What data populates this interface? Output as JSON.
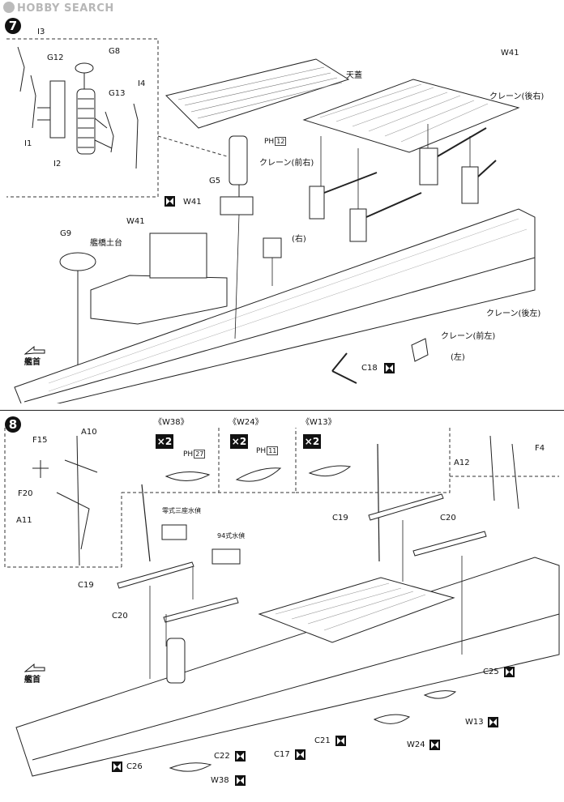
{
  "watermark": "HOBBY SEARCH",
  "step7": {
    "number": "7",
    "labels": {
      "I3": "I3",
      "G12": "G12",
      "G8": "G8",
      "G13": "G13",
      "I4": "I4",
      "I1": "I1",
      "I2": "I2",
      "W41_top": "W41",
      "tenkai": "天蓋",
      "crane_rear_right": "クレーン(後右)",
      "crane_front_right": "クレーン(前右)",
      "G5": "G5",
      "W41_mid": "W41",
      "W41_left": "W41",
      "bridge_base": "艦橋土台",
      "G9": "G9",
      "right_part": "(右)",
      "left_part": "(左)",
      "crane_rear_left": "クレーン(後左)",
      "crane_front_left": "クレーン(前左)",
      "C18": "C18",
      "bow": "艦首"
    },
    "ph_prefix": "PH",
    "ph_num": "12"
  },
  "step8": {
    "number": "8",
    "labels": {
      "F15": "F15",
      "A10": "A10",
      "F20": "F20",
      "A11": "A11",
      "A12": "A12",
      "F4": "F4",
      "W38_title": "《W38》",
      "W24_title": "《W24》",
      "W13_title": "《W13》",
      "x2_a": "×2",
      "x2_b": "×2",
      "x2_c": "×2",
      "ph_a_num": "27",
      "ph_b_num": "11",
      "seaplane_zero": "零式三座水偵",
      "seaplane_94": "94式水偵",
      "C19_right": "C19",
      "C20_right": "C20",
      "C19_left": "C19",
      "C20_left": "C20",
      "C25": "C25",
      "W13": "W13",
      "C21": "C21",
      "W24": "W24",
      "C17": "C17",
      "C22": "C22",
      "C26": "C26",
      "W38": "W38",
      "bow": "艦首"
    },
    "ph_prefix": "PH"
  },
  "icons": {
    "cement": "cement-glue-icon",
    "bow_arrow": "bow-direction-arrow-icon"
  }
}
